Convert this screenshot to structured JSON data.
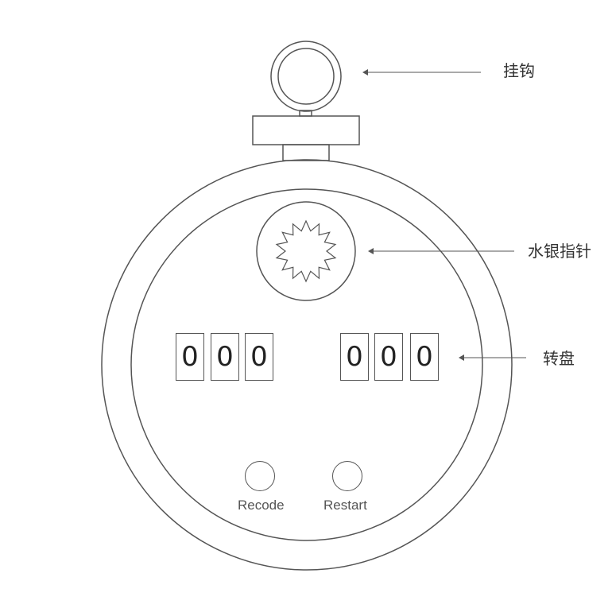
{
  "labels": {
    "hook": "挂钩",
    "pointer": "水银指针",
    "dial": "转盘"
  },
  "left_counter": [
    "0",
    "0",
    "0"
  ],
  "right_counter": [
    "0",
    "0",
    "0"
  ],
  "buttons": {
    "record": "Recode",
    "restart": "Restart"
  },
  "colors": {
    "stroke": "#555555",
    "text": "#333333"
  }
}
